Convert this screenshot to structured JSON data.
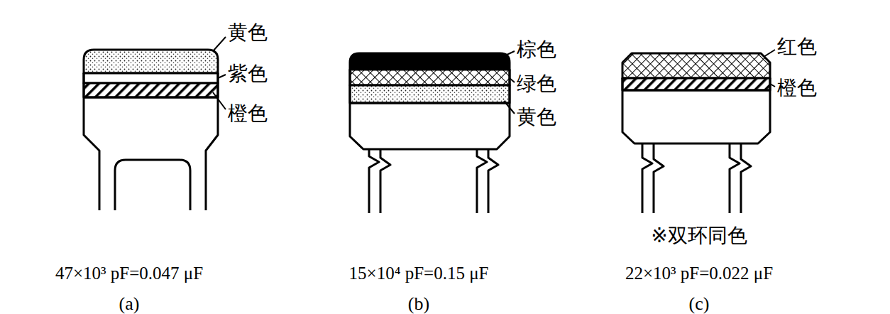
{
  "diagram": {
    "labels": [
      "黄色",
      "紫色",
      "橙色",
      "47×10³ pF=0.047 μF",
      "(a)",
      "棕色",
      "绿色",
      "黄色",
      "15×10⁴ pF=0.15 μF",
      "(b)",
      "红色",
      "橙色",
      "※双环同色",
      "22×10³ pF=0.022 μF",
      "(c)"
    ]
  }
}
